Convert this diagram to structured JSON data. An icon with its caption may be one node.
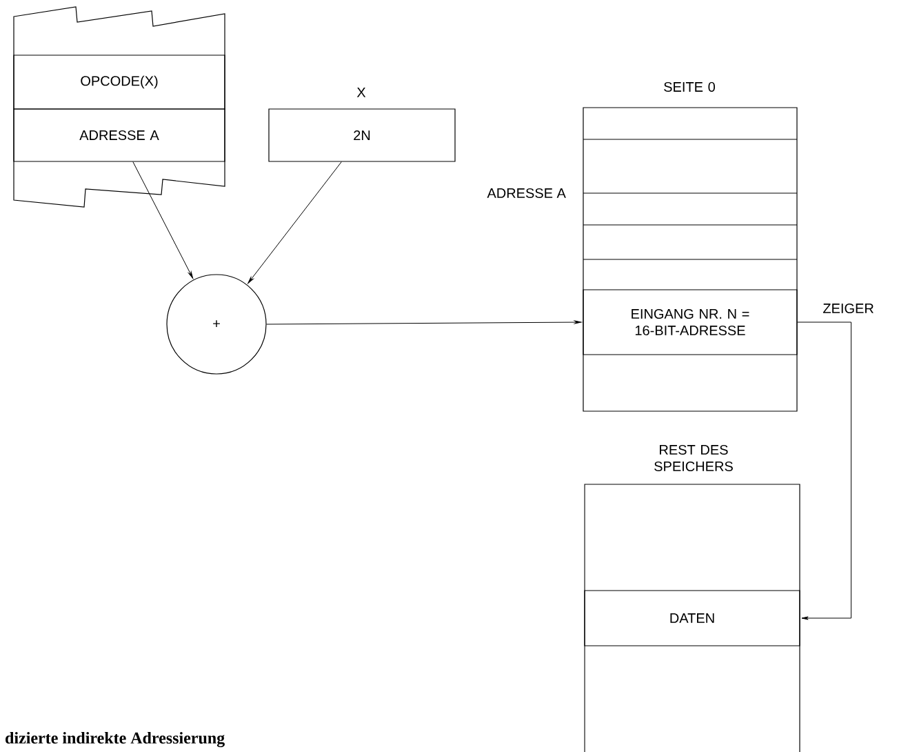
{
  "diagram": {
    "caption": "dizierte indirekte Adressierung",
    "nodes": [
      {
        "text": [],
        "shape": "box"
      },
      {
        "text": [
          "OPCODE(X)"
        ],
        "in": 0
      },
      {
        "text": [
          "ADRESSE A"
        ],
        "in": 0
      },
      {
        "text": [
          "X",
          "2N"
        ]
      },
      {
        "text": [
          "+"
        ]
      },
      {
        "text": [
          "SEITE 0"
        ]
      },
      {
        "text": [
          "EINGANG NR. N = 16-BIT-ADRESSE"
        ],
        "in": 5
      },
      {
        "text": [
          "REST DES SPEICHERS"
        ]
      },
      {
        "text": [
          "DATEN"
        ],
        "in": 7
      }
    ],
    "edges": [
      {
        "from": 2,
        "to": 4,
        "arrow": "to"
      },
      {
        "from": 3,
        "to": 4,
        "arrow": "to"
      },
      {
        "from": 4,
        "to": 6,
        "arrow": "to"
      },
      {
        "from": 6,
        "to": 8,
        "arrow": "to",
        "label": "ZEIGER"
      }
    ],
    "labels": [
      "ADRESSE A"
    ]
  }
}
